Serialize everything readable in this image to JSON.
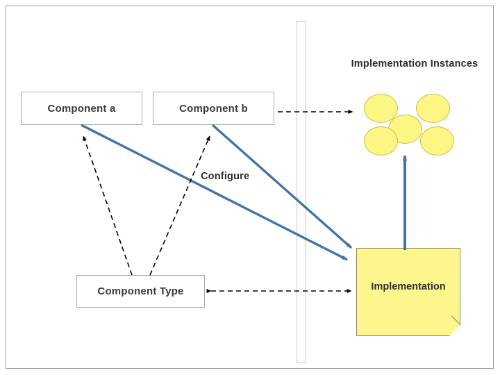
{
  "diagram": {
    "title_label": "Implementation Instances",
    "configure_label": "Configure",
    "boxes": [
      {
        "id": "component-a",
        "label": "Component a"
      },
      {
        "id": "component-b",
        "label": "Component b"
      },
      {
        "id": "component-type",
        "label": "Component Type"
      }
    ],
    "note": {
      "label": "Implementation"
    },
    "instances": {
      "count": 5,
      "color": "#fdf685",
      "stroke": "#c9bf4a"
    },
    "colors": {
      "arrow_solid": "#3e74a8",
      "arrow_dashed": "#000000",
      "box_border": "#a8a8a8",
      "note_fill": "#fdf68d",
      "frame_border": "#9a9a9a"
    }
  }
}
